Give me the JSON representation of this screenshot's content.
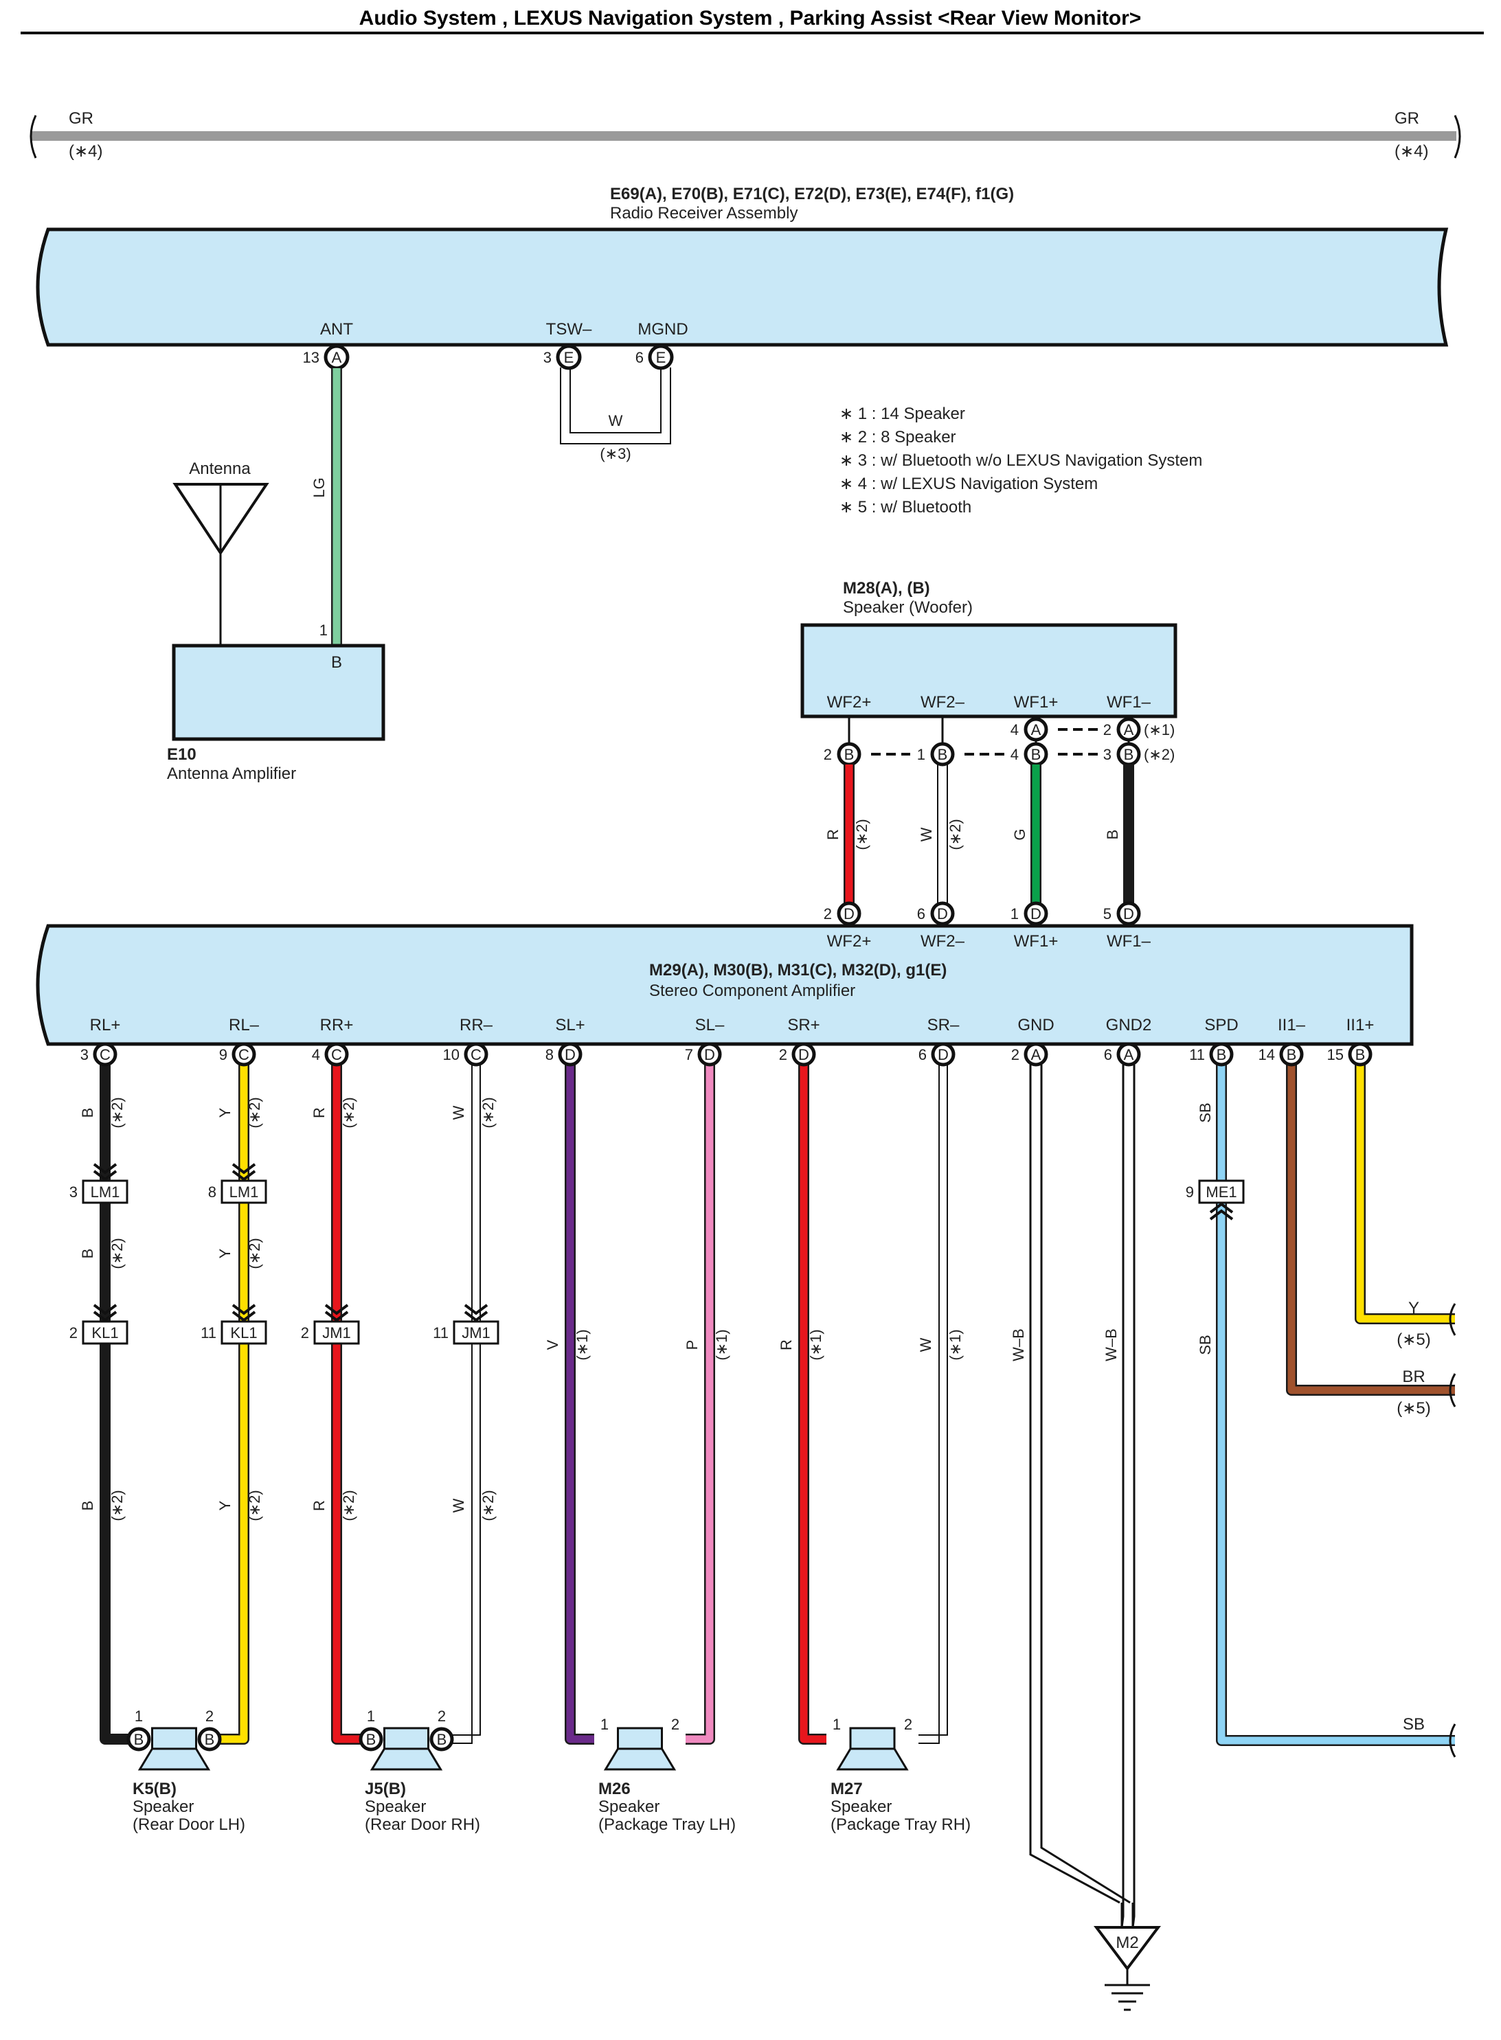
{
  "title": "Audio System , LEXUS Navigation System , Parking Assist <Rear View Monitor>",
  "bus": {
    "left_label": "GR",
    "left_note": "(∗4)",
    "right_label": "GR",
    "right_note": "(∗4)"
  },
  "radio": {
    "id": "E69(A), E70(B), E71(C), E72(D), E73(E), E74(F), f1(G)",
    "name": "Radio Receiver Assembly"
  },
  "radio_pins": [
    {
      "num": "13",
      "letter": "A",
      "label": "ANT"
    },
    {
      "num": "3",
      "letter": "E",
      "label": "TSW–"
    },
    {
      "num": "6",
      "letter": "E",
      "label": "MGND"
    }
  ],
  "tsw_wire": {
    "color": "W",
    "note": "(∗3)"
  },
  "antenna": {
    "label": "Antenna",
    "wire": "LG",
    "pin": "1",
    "pin_letter": "B",
    "id": "E10",
    "name": "Antenna Amplifier"
  },
  "notes": [
    "∗ 1 : 14 Speaker",
    "∗ 2 : 8 Speaker",
    "∗ 3 : w/ Bluetooth w/o LEXUS Navigation System",
    "∗ 4 : w/ LEXUS Navigation System",
    "∗ 5 : w/ Bluetooth"
  ],
  "woofer": {
    "id": "M28(A), (B)",
    "name": "Speaker (Woofer)",
    "terminals": [
      "WF2+",
      "WF2–",
      "WF1+",
      "WF1–"
    ],
    "a_pins": [
      {
        "num": "4",
        "letter": "A"
      },
      {
        "num": "2",
        "letter": "A",
        "note": "(∗1)"
      }
    ],
    "b_pins": [
      {
        "num": "2",
        "letter": "B"
      },
      {
        "num": "1",
        "letter": "B"
      },
      {
        "num": "4",
        "letter": "B"
      },
      {
        "num": "3",
        "letter": "B",
        "note": "(∗2)"
      }
    ],
    "wires": [
      {
        "color": "R",
        "note": "(∗2)",
        "hex": "#e8161d"
      },
      {
        "color": "W",
        "note": "(∗2)",
        "hex": "#ffffff"
      },
      {
        "color": "G",
        "note": "",
        "hex": "#0aa14b"
      },
      {
        "color": "B",
        "note": "",
        "hex": "#1a1a1a"
      }
    ],
    "amp_pins": [
      {
        "num": "2",
        "letter": "D",
        "label": "WF2+"
      },
      {
        "num": "6",
        "letter": "D",
        "label": "WF2–"
      },
      {
        "num": "1",
        "letter": "D",
        "label": "WF1+"
      },
      {
        "num": "5",
        "letter": "D",
        "label": "WF1–"
      }
    ]
  },
  "amp": {
    "id": "M29(A), M30(B), M31(C), M32(D), g1(E)",
    "name": "Stereo Component Amplifier"
  },
  "amp_pins": [
    {
      "label": "RL+",
      "num": "3",
      "letter": "C"
    },
    {
      "label": "RL–",
      "num": "9",
      "letter": "C"
    },
    {
      "label": "RR+",
      "num": "4",
      "letter": "C"
    },
    {
      "label": "RR–",
      "num": "10",
      "letter": "C"
    },
    {
      "label": "SL+",
      "num": "8",
      "letter": "D"
    },
    {
      "label": "SL–",
      "num": "7",
      "letter": "D"
    },
    {
      "label": "SR+",
      "num": "2",
      "letter": "D"
    },
    {
      "label": "SR–",
      "num": "6",
      "letter": "D"
    },
    {
      "label": "GND",
      "num": "2",
      "letter": "A"
    },
    {
      "label": "GND2",
      "num": "6",
      "letter": "A"
    },
    {
      "label": "SPD",
      "num": "11",
      "letter": "B"
    },
    {
      "label": "II1–",
      "num": "14",
      "letter": "B"
    },
    {
      "label": "II1+",
      "num": "15",
      "letter": "B"
    }
  ],
  "wire_labels_upper": [
    {
      "color": "B",
      "note": "(∗2)"
    },
    {
      "color": "Y",
      "note": "(∗2)"
    },
    {
      "color": "R",
      "note": "(∗2)"
    },
    {
      "color": "W",
      "note": "(∗2)"
    }
  ],
  "lm1": [
    {
      "num": "3",
      "label": "LM1"
    },
    {
      "num": "8",
      "label": "LM1"
    }
  ],
  "me1": {
    "num": "9",
    "label": "ME1"
  },
  "kl_jm": [
    {
      "num": "2",
      "label": "KL1"
    },
    {
      "num": "11",
      "label": "KL1"
    },
    {
      "num": "2",
      "label": "JM1"
    },
    {
      "num": "11",
      "label": "JM1"
    }
  ],
  "wire_labels_mid": [
    {
      "color": "V",
      "note": "(∗1)"
    },
    {
      "color": "P",
      "note": "(∗1)"
    },
    {
      "color": "R",
      "note": "(∗1)"
    },
    {
      "color": "W",
      "note": "(∗1)"
    },
    {
      "color": "W–B",
      "note": ""
    },
    {
      "color": "W–B",
      "note": ""
    },
    {
      "color": "SB",
      "note": ""
    }
  ],
  "spd_upper": "SB",
  "right_outputs": [
    {
      "color": "Y",
      "note": "(∗5)"
    },
    {
      "color": "BR",
      "note": "(∗5)"
    },
    {
      "color": "SB",
      "note": ""
    }
  ],
  "wire_colors": {
    "B": "#1a1a1a",
    "Y": "#ffe000",
    "R": "#e8161d",
    "W": "#ffffff",
    "V": "#6a2a8a",
    "P": "#f08ac0",
    "G": "#0aa14b",
    "LG": "#7fcf9f",
    "SB": "#8fd4f5",
    "BR": "#a0522d",
    "GR": "#999999"
  },
  "speakers": [
    {
      "id": "K5(B)",
      "name": "Speaker",
      "loc": "(Rear Door LH)",
      "p1": "1",
      "p2": "2",
      "l1": "B",
      "l2": "B"
    },
    {
      "id": "J5(B)",
      "name": "Speaker",
      "loc": "(Rear Door RH)",
      "p1": "1",
      "p2": "2",
      "l1": "B",
      "l2": "B"
    },
    {
      "id": "M26",
      "name": "Speaker",
      "loc": "(Package Tray LH)",
      "p1": "1",
      "p2": "2"
    },
    {
      "id": "M27",
      "name": "Speaker",
      "loc": "(Package Tray RH)",
      "p1": "1",
      "p2": "2"
    }
  ],
  "ground": {
    "label": "M2"
  }
}
